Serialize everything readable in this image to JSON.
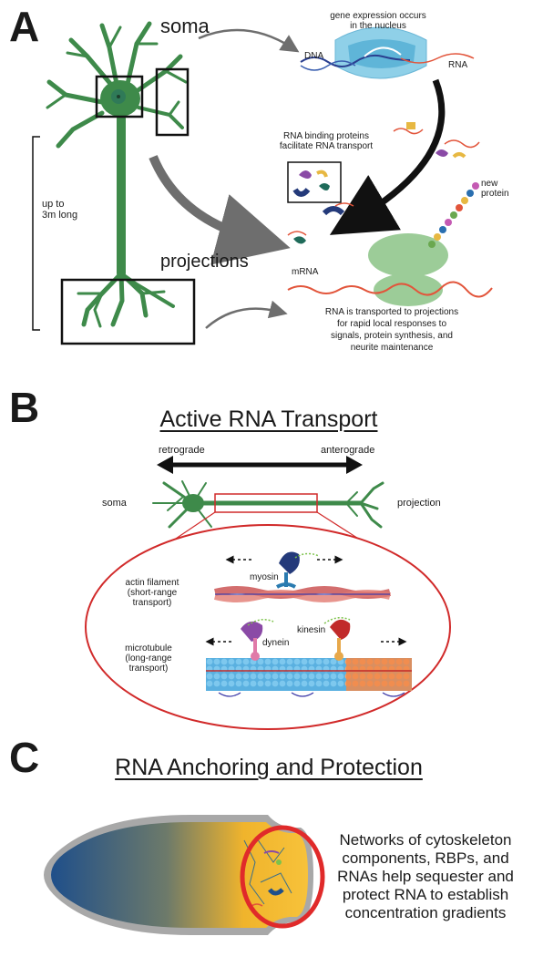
{
  "panel_a": {
    "letter": "A",
    "soma": "soma",
    "projections": "projections",
    "length": "up to\n3m long",
    "gene_expression": "gene expression occurs\nin the nucleus",
    "dna": "DNA",
    "rna": "RNA",
    "rbp": "RNA binding proteins\nfacilitate RNA transport",
    "new_protein": "new\nprotein",
    "mrna": "mRNA",
    "transport_note": "RNA is transported to projections\nfor rapid local responses to\nsignals, protein synthesis, and\nneurite maintenance"
  },
  "panel_b": {
    "letter": "B",
    "title": "Active RNA Transport",
    "retrograde": "retrograde",
    "anterograde": "anterograde",
    "soma": "soma",
    "projection": "projection",
    "actin": "actin filament\n(short-range\ntransport)",
    "myosin": "myosin",
    "microtubule": "microtubule\n(long-range\ntransport)",
    "dynein": "dynein",
    "kinesin": "kinesin"
  },
  "panel_c": {
    "letter": "C",
    "title": "RNA Anchoring and Protection",
    "description": "Networks of cytoskeleton\ncomponents, RBPs, and\nRNAs help sequester and\nprotect RNA to establish\nconcentration gradients"
  },
  "colors": {
    "neuron": "#3e8a4a",
    "nucleus_blue": "#7ec8e3",
    "ribosome_green": "#9ccc98",
    "oval_red": "#d12a2a",
    "cell_blue": "#1f4f8a",
    "cell_yellow": "#f5b82e"
  }
}
